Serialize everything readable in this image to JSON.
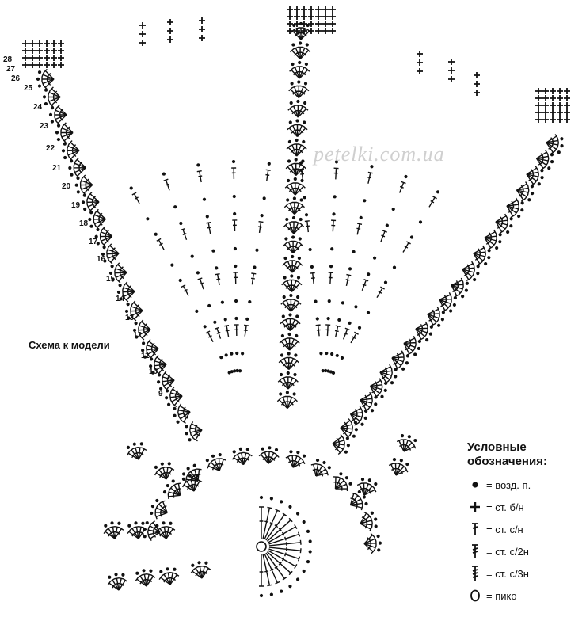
{
  "caption": "Схема к модели",
  "watermark": "petelki.com.ua",
  "legend": {
    "title_line1": "Условные",
    "title_line2": "обозначения:",
    "items": [
      {
        "symbol": "chain-dot-icon",
        "text": "= возд. п."
      },
      {
        "symbol": "single-crochet-cross-icon",
        "text": "= ст. б/н"
      },
      {
        "symbol": "double-crochet-icon",
        "text": "= ст. с/н"
      },
      {
        "symbol": "treble-crochet-icon",
        "text": "= ст. с/2н"
      },
      {
        "symbol": "double-treble-crochet-icon",
        "text": "= ст. с/3н"
      },
      {
        "symbol": "picot-icon",
        "text": "= пико"
      }
    ]
  },
  "row_numbers": [
    "28",
    "27",
    "26",
    "25",
    "24",
    "23",
    "22",
    "21",
    "20",
    "19",
    "18",
    "17",
    "16",
    "15",
    "14",
    "13",
    "12",
    "11",
    "10",
    "9"
  ],
  "colors": {
    "ink": "#111111",
    "watermark": "#cfcfcf",
    "background": "#ffffff"
  }
}
